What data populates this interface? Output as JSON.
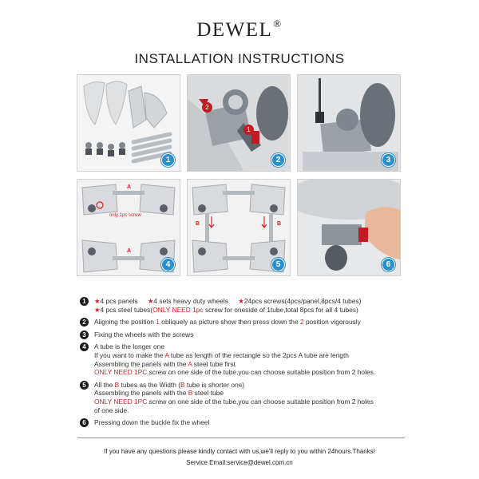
{
  "brand": "DEWEL",
  "brand_mark": "®",
  "title": "INSTALLATION INSTRUCTIONS",
  "panels": [
    {
      "number": "1"
    },
    {
      "number": "2",
      "callouts": [
        "2",
        "1"
      ]
    },
    {
      "number": "3"
    },
    {
      "number": "4",
      "label_a_top": "A",
      "label_a_bottom": "A",
      "screw_note": "only 1pc screw"
    },
    {
      "number": "5",
      "label_b_left": "B",
      "label_b_right": "B"
    },
    {
      "number": "6"
    }
  ],
  "steps": {
    "s1": {
      "bullet": "1",
      "star": "★",
      "panels": "4 pcs panels",
      "wheels": "4 sets heavy duty wheels",
      "screws": "24pcs screws(4pcs/panel,8pcs/4 tubes)",
      "tubes": "4 pcs steel tubes(",
      "only_need": "ONLY NEED 1pc",
      "tubes_rest": " screw for oneside of 1tube,total 8pcs for all 4 tubes)"
    },
    "s2": {
      "bullet": "2",
      "a": "Aligning the position ",
      "n1": "1",
      "b": " obliquely as picture show then press down the ",
      "n2": "2",
      "c": " position vigorously"
    },
    "s3": {
      "bullet": "3",
      "text": "Fixing the wheels with the screws"
    },
    "s4": {
      "bullet": "4",
      "line1": "A tube is the longer one",
      "line2a": "If you want to make the ",
      "line2b": "A",
      "line2c": " tube as length of the rectangle so the 2pcs A tube are length",
      "line3a": "Assembling the panels with the ",
      "line3b": "A",
      "line3c": " steel tube first",
      "line4": "ONLY NEED 1PC",
      "line4rest": " screw on one side of the tube,you can choose suitable position from 2 holes."
    },
    "s5": {
      "bullet": "5",
      "line1a": "All the ",
      "line1b": "B",
      "line1c": " tubes as the Width (",
      "line1d": "B",
      "line1e": " tube is shorter one)",
      "line2a": "Assembling the panels with the ",
      "line2b": "B",
      "line2c": " steel tube",
      "line3": "ONLY NEED 1PC",
      "line3rest": " screw on one side of the tube,you can choose suitable position from 2 holes",
      "line4": "of one side."
    },
    "s6": {
      "bullet": "6",
      "text": "Pressing down the buckle fix the wheel"
    }
  },
  "footer": {
    "line1": "If you have any questions please kindly contact with us,we'll reply to you within 24hours.Thanks!",
    "line2": "Service Email:service@dewel.com.cn"
  },
  "colors": {
    "accent_blue": "#2a8fcf",
    "accent_red": "#d0242b"
  }
}
